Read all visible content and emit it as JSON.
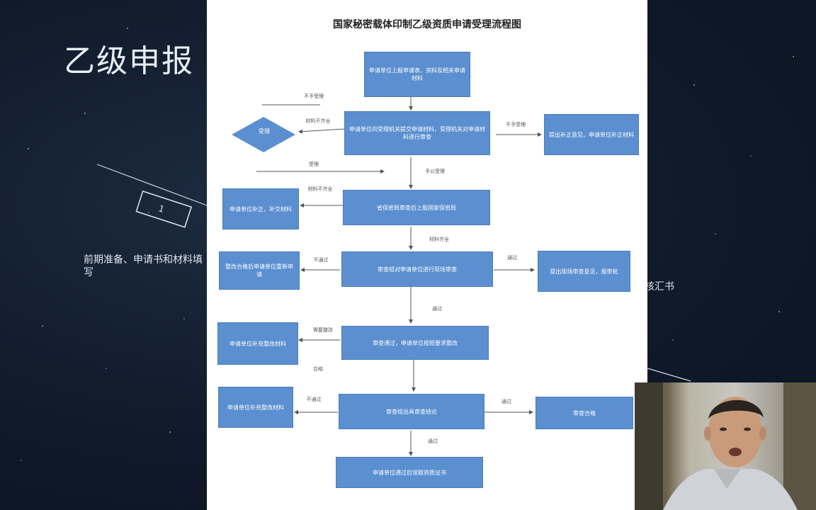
{
  "slide": {
    "title": "乙级申报",
    "left_text": "前期准备、申请书和材料填写",
    "right_text": "核汇书",
    "deco_label": "1"
  },
  "doc": {
    "title": "国家秘密载体印制乙级资质申请受理流程图",
    "decision": "受理",
    "boxes": {
      "b1": "申请单位上报申请表、资料及相关申请材料",
      "b2": "申请单位向受理机关提交申请材料，受理机关对申请材料进行审查",
      "b3": "提出补正意见，申请单位补正材料",
      "b4": "省保密局审查后上报国家保密局",
      "b5": "申请单位补正，补交材料",
      "b6": "审查组对申请单位进行现场审查",
      "b7": "整改合格后申请单位重新申请",
      "b8": "提出现场审查意见，报审批",
      "b9": "审查通过，申请单位按照要求整改",
      "b10": "审查组出具审查结论",
      "b11": "申请单位补充整改材料",
      "b12": "审查合格",
      "b13": "申请单位通过后领取资质证书"
    },
    "labels": {
      "l_upper_left": "不予受理",
      "l_left_mid": "材料不齐全",
      "l_right1": "不予受理",
      "l_below_b2": "予以受理",
      "l_left_arrow": "受理",
      "l_left_b4": "材料不齐全",
      "l_below_b4": "材料齐全",
      "l_left_b6": "不通过",
      "l_right_b6": "通过",
      "l_below_b6": "通过",
      "l_left_b8": "需要整改",
      "l_below_b8": "合格",
      "l_left_b10": "不通过",
      "l_right_b10": "通过",
      "l_below_b10": "通过"
    }
  },
  "colors": {
    "box_fill": "#5b8fd0",
    "background": "#0f1a2a"
  }
}
